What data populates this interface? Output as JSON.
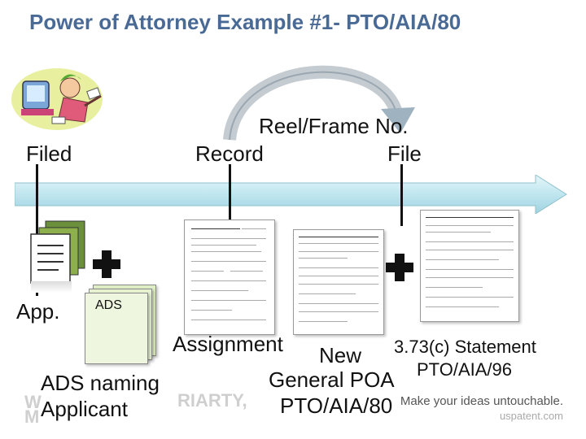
{
  "title": "Power of Attorney Example #1- PTO/AIA/80",
  "labels": {
    "filed": "Filed",
    "record": "Record",
    "reel_frame": "Reel/Frame No.",
    "file": "File",
    "app": "App.",
    "ads_doc": "ADS",
    "assignment": "Assignment",
    "new": "New",
    "statement": "3.73(c) Statement",
    "statement_form": "PTO/AIA/96",
    "general_poa": "General POA",
    "poa_form": "PTO/AIA/80",
    "ads_naming": "ADS naming",
    "applicant": "Applicant"
  },
  "footer": {
    "tagline": "Make your ideas untouchable.",
    "url": "uspatent.com",
    "watermark_left_1": "W",
    "watermark_left_2": "M",
    "watermark_mid": "RIARTY,"
  },
  "colors": {
    "title": "#4a6a96",
    "timeline_fill": "#bfe6ef",
    "plus": "#111111"
  }
}
